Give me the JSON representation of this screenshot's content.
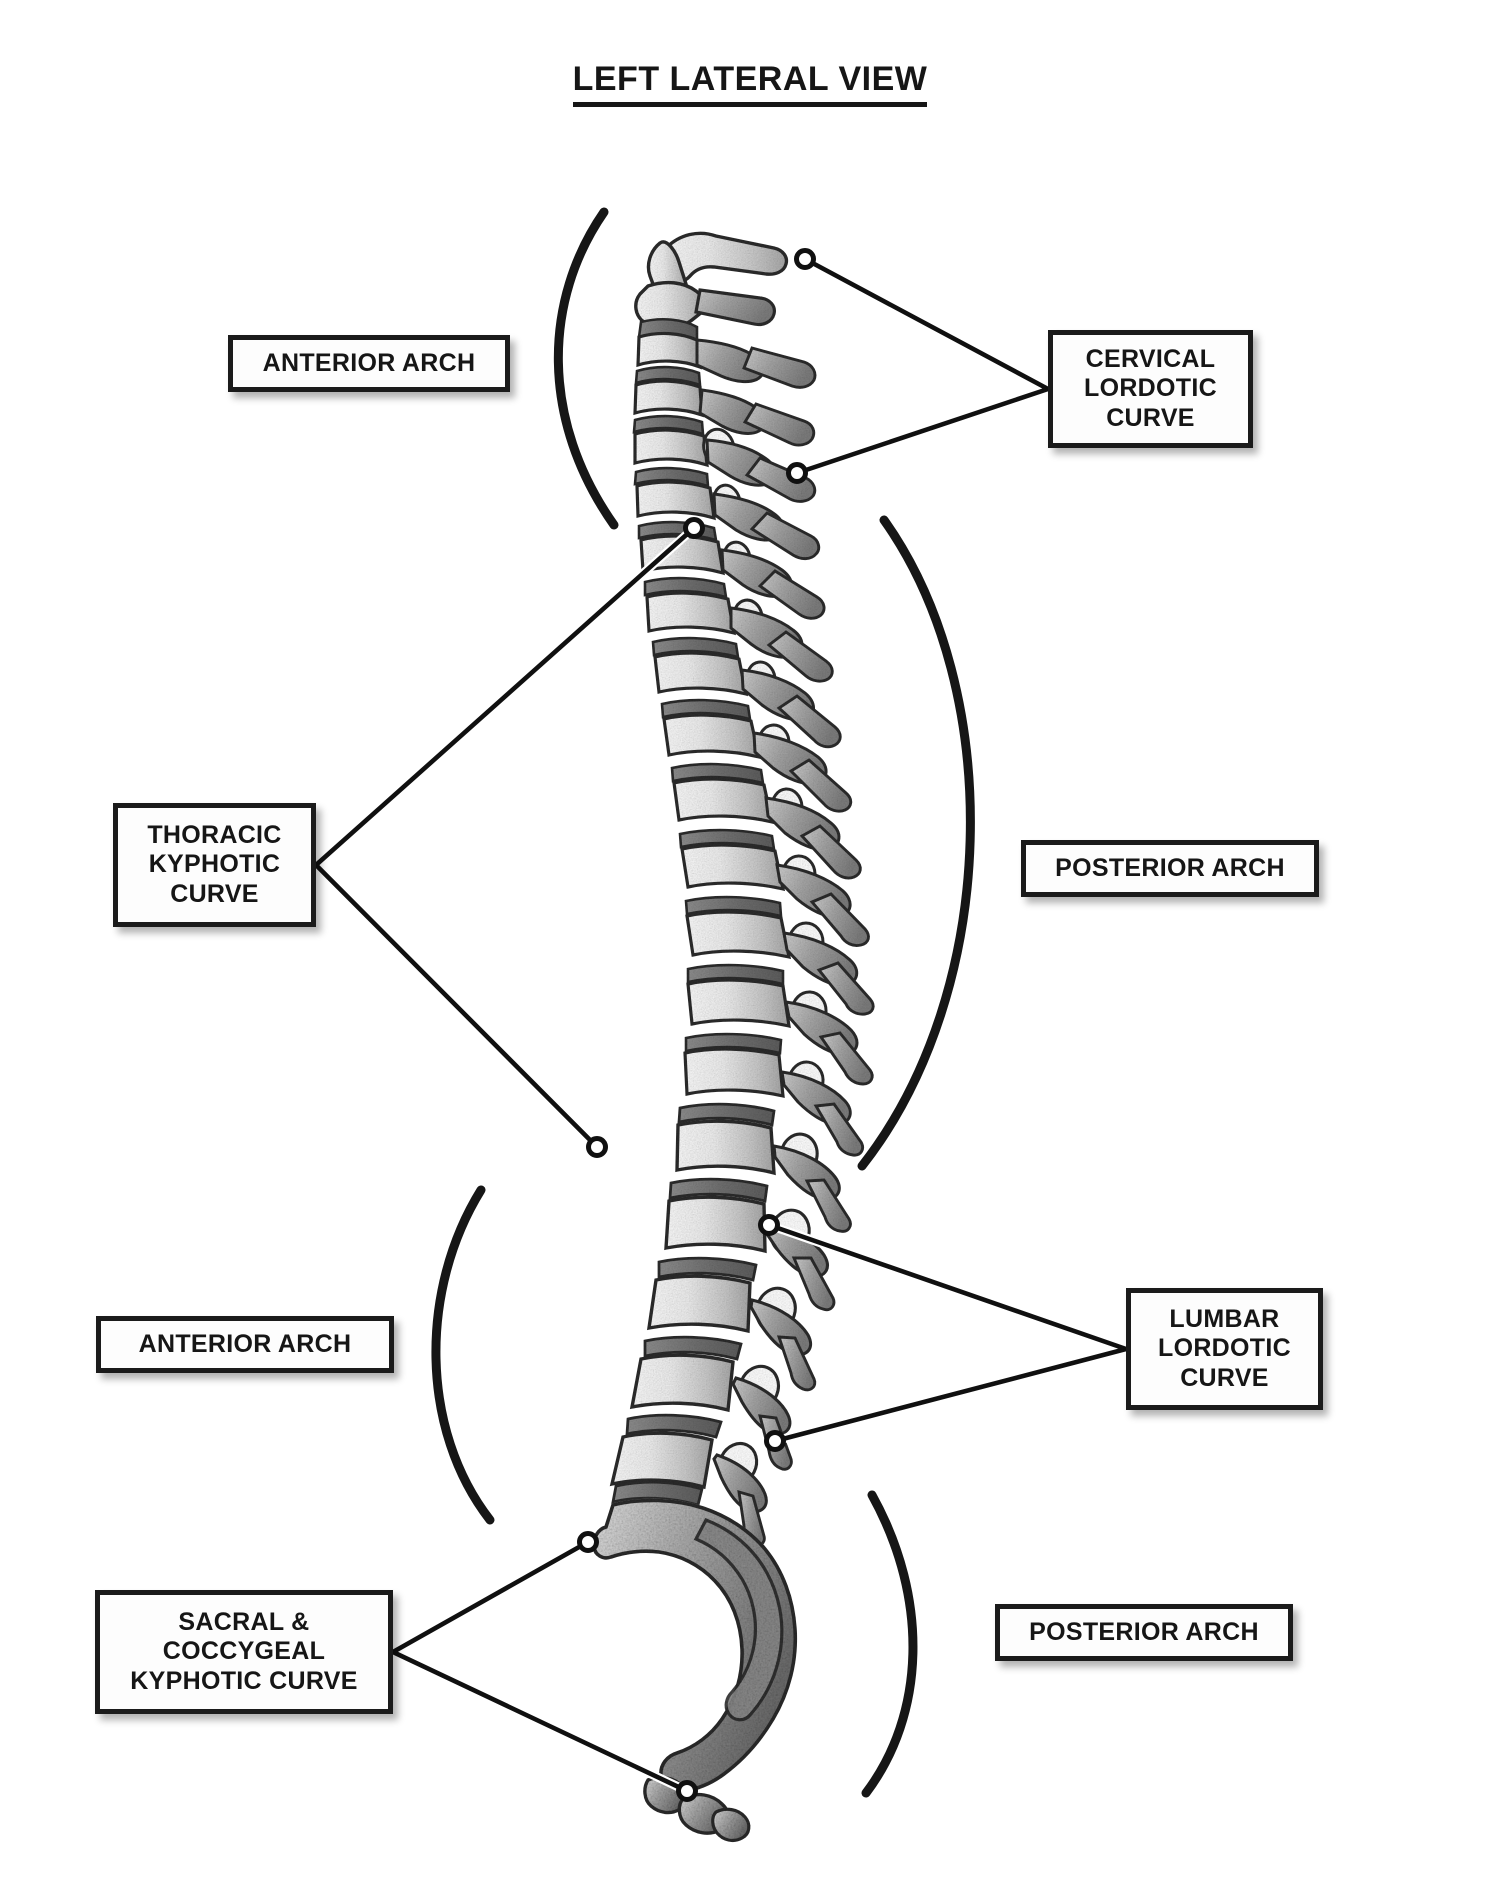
{
  "page": {
    "title": "LEFT LATERAL VIEW",
    "background_color": "#ffffff",
    "ink_color": "#161616",
    "subject": "vertebral-column"
  },
  "labels": {
    "anterior_arch_top": "ANTERIOR ARCH",
    "cervical_curve": "CERVICAL\nLORDOTIC\nCURVE",
    "thoracic_curve": "THORACIC\nKYPHOTIC\nCURVE",
    "posterior_arch_mid": "POSTERIOR ARCH",
    "anterior_arch_low": "ANTERIOR ARCH",
    "lumbar_curve": "LUMBAR\nLORDOTIC\nCURVE",
    "sacral_curve": "SACRAL &\nCOCCYGEAL\nKYPHOTIC CURVE",
    "posterior_arch_low": "POSTERIOR ARCH"
  },
  "arcs": [
    {
      "name": "anterior-arch-top-bracket",
      "opens": "right"
    },
    {
      "name": "posterior-arch-mid-bracket",
      "opens": "left"
    },
    {
      "name": "anterior-arch-low-bracket",
      "opens": "right"
    },
    {
      "name": "posterior-arch-low-bracket",
      "opens": "left"
    }
  ],
  "leaders": [
    {
      "name": "leader-cervical-upper",
      "label": "cervical_curve",
      "endpoint_marker": "circle"
    },
    {
      "name": "leader-cervical-lower",
      "label": "cervical_curve",
      "endpoint_marker": "circle"
    },
    {
      "name": "leader-thoracic-upper",
      "label": "thoracic_curve",
      "endpoint_marker": "circle"
    },
    {
      "name": "leader-thoracic-lower",
      "label": "thoracic_curve",
      "endpoint_marker": "circle"
    },
    {
      "name": "leader-lumbar-upper",
      "label": "lumbar_curve",
      "endpoint_marker": "circle"
    },
    {
      "name": "leader-lumbar-lower",
      "label": "lumbar_curve",
      "endpoint_marker": "circle"
    },
    {
      "name": "leader-sacral-upper",
      "label": "sacral_curve",
      "endpoint_marker": "circle"
    },
    {
      "name": "leader-sacral-lower",
      "label": "sacral_curve",
      "endpoint_marker": "circle"
    }
  ],
  "spine_regions": [
    {
      "name": "cervical",
      "vertebrae": 7,
      "curve": "lordotic"
    },
    {
      "name": "thoracic",
      "vertebrae": 12,
      "curve": "kyphotic"
    },
    {
      "name": "lumbar",
      "vertebrae": 5,
      "curve": "lordotic"
    },
    {
      "name": "sacrum",
      "vertebrae": 5,
      "curve": "kyphotic"
    },
    {
      "name": "coccyx",
      "vertebrae": 4,
      "curve": "kyphotic"
    }
  ]
}
